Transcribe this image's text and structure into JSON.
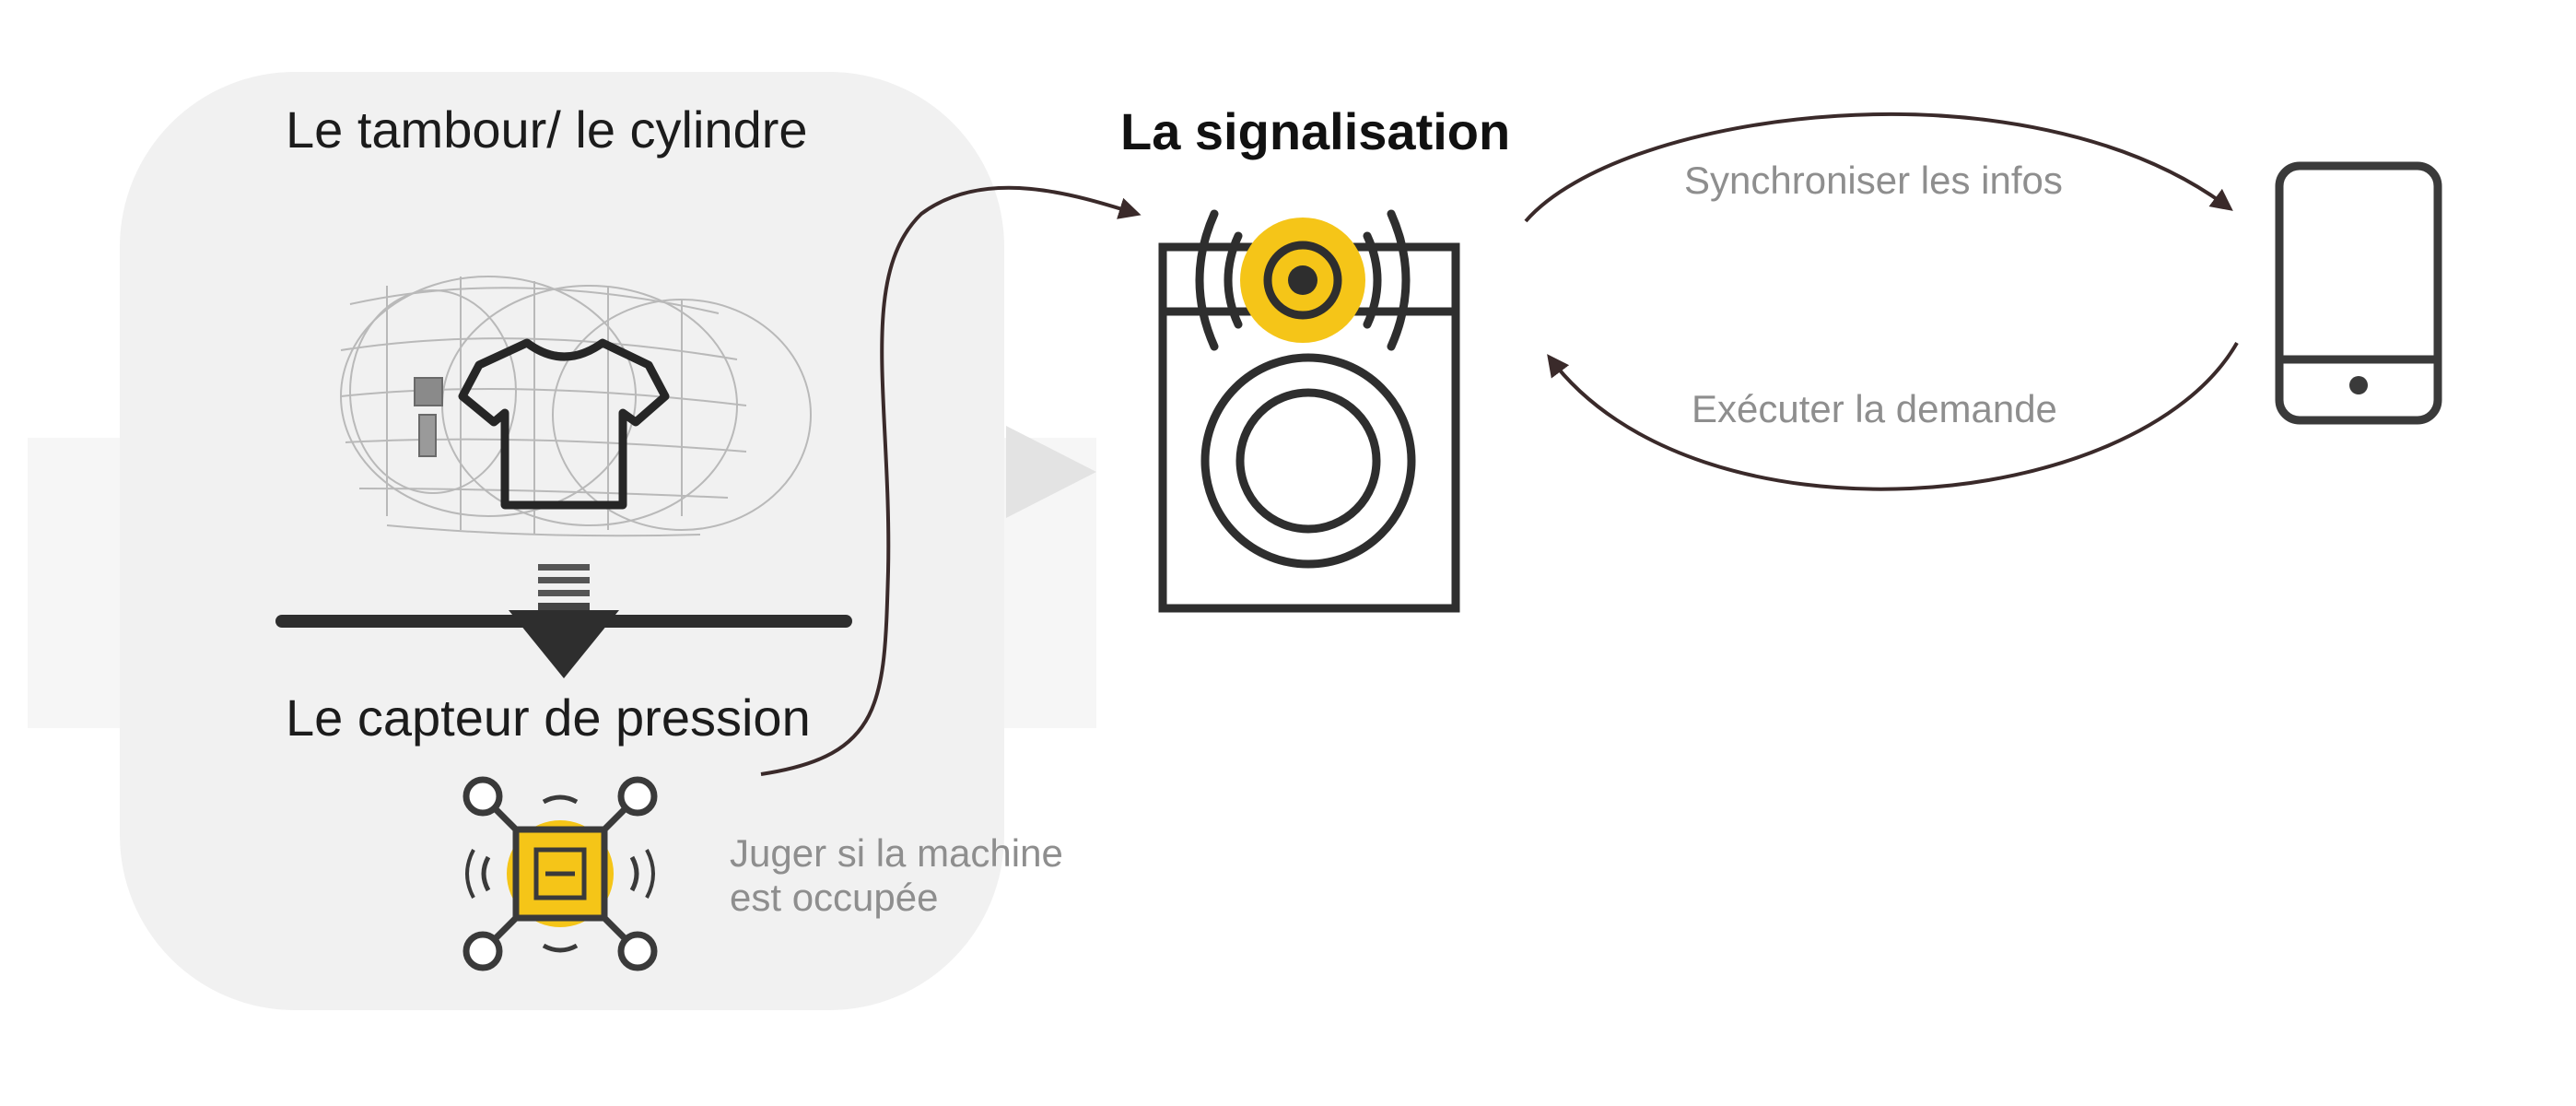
{
  "drum": {
    "title": "Le tambour/ le cylindre"
  },
  "sensor": {
    "title": "Le capteur de pression",
    "note_line1": "Juger si la machine",
    "note_line2": "est occupée"
  },
  "signal": {
    "title": "La signalisation"
  },
  "flows": {
    "sync_label": "Synchroniser les infos",
    "execute_label": "Exécuter la demande"
  },
  "colors": {
    "accent_yellow": "#f5c518",
    "panel_gray": "#f1f1f1",
    "line_dark": "#2e2e2e",
    "arrow_brown": "#3a2a2a",
    "note_gray": "#8e8e8e"
  },
  "icons": [
    "drum-icon",
    "tshirt-icon",
    "sensor-chip-icon",
    "washing-machine-icon",
    "signal-waves-icon",
    "smartphone-icon"
  ]
}
